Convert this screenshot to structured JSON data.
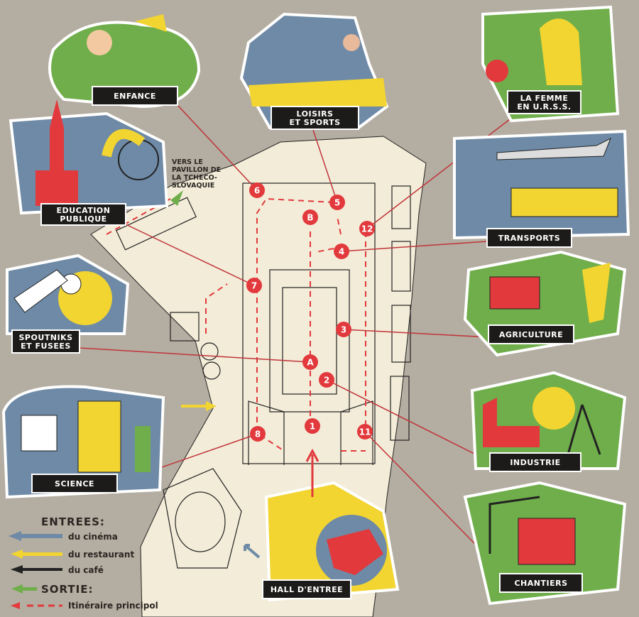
{
  "colors": {
    "background": "#b4ada1",
    "map": "#f3ecd8",
    "red": "#e2393d",
    "label_bg": "#1d1b1a",
    "blue": "#6e8aa6",
    "yellow": "#f2d531",
    "green": "#6fae4a",
    "black": "#222"
  },
  "pavilions": [
    {
      "id": "enfance",
      "lines": [
        "ENFANCE"
      ],
      "marker": "6"
    },
    {
      "id": "loisirs",
      "lines": [
        "LOISIRS",
        "ET SPORTS"
      ],
      "marker": "5"
    },
    {
      "id": "femme",
      "lines": [
        "LA FEMME",
        "EN U.R.S.S."
      ],
      "marker": "12"
    },
    {
      "id": "education",
      "lines": [
        "EDUCATION",
        "PUBLIQUE"
      ],
      "marker": "7"
    },
    {
      "id": "transports",
      "lines": [
        "TRANSPORTS"
      ],
      "marker": "4"
    },
    {
      "id": "agriculture",
      "lines": [
        "AGRICULTURE"
      ],
      "marker": "3"
    },
    {
      "id": "spoutniks",
      "lines": [
        "SPOUTNIKS",
        "ET FUSEES"
      ],
      "marker": "A"
    },
    {
      "id": "industrie",
      "lines": [
        "INDUSTRIE"
      ],
      "marker": "2"
    },
    {
      "id": "science",
      "lines": [
        "SCIENCE"
      ],
      "marker": "8"
    },
    {
      "id": "hall",
      "lines": [
        "HALL D'ENTREE"
      ],
      "marker": "1"
    },
    {
      "id": "chantiers",
      "lines": [
        "CHANTIERS"
      ],
      "marker": "11"
    }
  ],
  "markers": [
    "6",
    "5",
    "B",
    "12",
    "4",
    "7",
    "3",
    "A",
    "2",
    "1",
    "8",
    "11"
  ],
  "direction_note": [
    "VERS LE",
    "PAVILLON DE",
    "LA TCHECO-",
    "SLOVAQUIE"
  ],
  "legend": {
    "entrances_title": "ENTREES:",
    "cinema": "du cinéma",
    "restaurant": "du restaurant",
    "cafe": "du café",
    "exit_title": "SORTIE:",
    "route": "Itinéraire principol"
  }
}
